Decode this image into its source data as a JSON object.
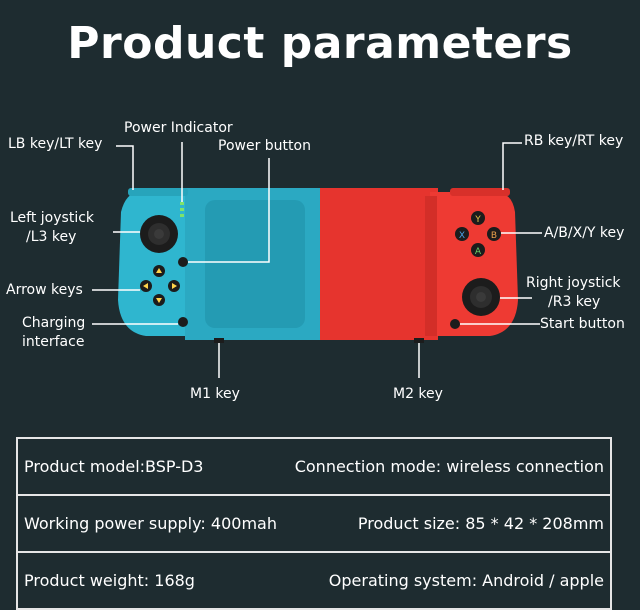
{
  "title": "Product parameters",
  "labels": {
    "lb_key": "LB key/LT key",
    "power_indicator": "Power Indicator",
    "power_button": "Power button",
    "rb_key": "RB key/RT key",
    "left_joystick_l1": "Left joystick",
    "left_joystick_l2": "/L3 key",
    "abxy": "A/B/X/Y key",
    "arrow_keys": "Arrow keys",
    "right_joystick_l1": "Right joystick",
    "right_joystick_l2": "/R3 key",
    "charging_l1": "Charging",
    "charging_l2": "interface",
    "start_button": "Start button",
    "m1": "M1 key",
    "m2": "M2 key"
  },
  "face_buttons": {
    "y": "Y",
    "x": "X",
    "b": "B",
    "a": "A"
  },
  "specs": [
    {
      "left": "Product model:BSP-D3",
      "right": "Connection mode: wireless connection"
    },
    {
      "left": "Working power supply: 400mah",
      "right": "Product size: 85 * 42 * 208mm"
    },
    {
      "left": "Product weight: 168g",
      "right": "Operating system: Android / apple"
    }
  ],
  "colors": {
    "background": "#1e2c30",
    "left_body": "#2fb6cf",
    "right_body": "#ee3a33",
    "line": "#ffffff"
  }
}
